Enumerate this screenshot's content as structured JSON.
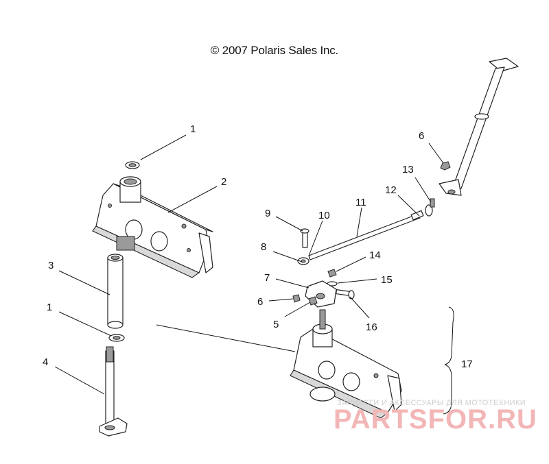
{
  "header": {
    "copyright": "© 2007 Polaris Sales Inc."
  },
  "callouts": [
    {
      "id": "c1a",
      "label": "1"
    },
    {
      "id": "c2",
      "label": "2"
    },
    {
      "id": "c3",
      "label": "3"
    },
    {
      "id": "c1b",
      "label": "1"
    },
    {
      "id": "c4",
      "label": "4"
    },
    {
      "id": "c9",
      "label": "9"
    },
    {
      "id": "c10",
      "label": "10"
    },
    {
      "id": "c11",
      "label": "11"
    },
    {
      "id": "c12",
      "label": "12"
    },
    {
      "id": "c13",
      "label": "13"
    },
    {
      "id": "c6a",
      "label": "6"
    },
    {
      "id": "c8",
      "label": "8"
    },
    {
      "id": "c14",
      "label": "14"
    },
    {
      "id": "c7",
      "label": "7"
    },
    {
      "id": "c15",
      "label": "15"
    },
    {
      "id": "c6b",
      "label": "6"
    },
    {
      "id": "c5",
      "label": "5"
    },
    {
      "id": "c16",
      "label": "16"
    },
    {
      "id": "c17",
      "label": "17"
    }
  ],
  "watermark": {
    "tagline": "ЗАПЧАСТИ И АКСЕССУАРЫ ДЛЯ МОТОТЕХНИКИ",
    "logo": "PARTSFOR.RU"
  }
}
